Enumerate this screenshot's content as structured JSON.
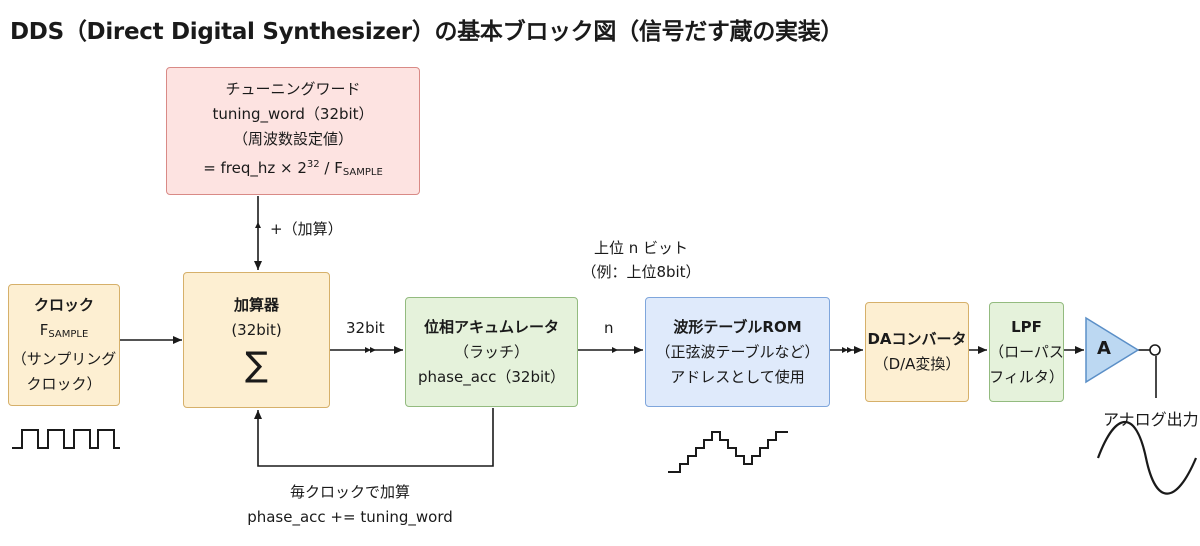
{
  "title": "DDS（Direct Digital Synthesizer）の基本ブロック図（信号だす蔵の実装）",
  "tuning_word_box": {
    "line1": "チューニングワード",
    "line2": "tuning_word（32bit）",
    "line3": "（周波数設定値）",
    "formula_prefix": "= freq_hz × 2",
    "formula_exp": "32",
    "formula_mid": " / F",
    "formula_sub": "SAMPLE"
  },
  "add_label": "+（加算）",
  "clock_box": {
    "line1": "クロック",
    "f_main": "F",
    "f_sub": "SAMPLE",
    "line3": "（サンプリング",
    "line4": "クロック）"
  },
  "adder_box": {
    "line1": "加算器",
    "line2": "(32bit)",
    "symbol": "∑"
  },
  "bus_32bit": "32bit",
  "phase_acc_box": {
    "line1": "位相アキュムレータ",
    "line2": "（ラッチ）",
    "line3": "phase_acc（32bit）"
  },
  "upper_bits": {
    "line1": "上位 n ビット",
    "line2": "（例：上位8bit）"
  },
  "bus_n": "n",
  "rom_box": {
    "line1": "波形テーブルROM",
    "line2": "（正弦波テーブルなど）",
    "line3": "アドレスとして使用"
  },
  "dac_box": {
    "line1": "DAコンバータ",
    "line2": "（D/A変換）"
  },
  "lpf_box": {
    "line1": "LPF",
    "line2": "（ローパス",
    "line3": "フィルタ）"
  },
  "amp_label": "A",
  "analog_out": "アナログ出力",
  "feedback": {
    "line1": "毎クロックで加算",
    "line2": "phase_acc += tuning_word"
  },
  "icons": [
    "clock-square-wave-icon",
    "staircase-waveform-icon",
    "amplifier-triangle-icon",
    "sine-wave-icon"
  ],
  "colors": {
    "pink_fill": "#fde3e1",
    "orange_fill": "#fdefd2",
    "green_fill": "#e5f2db",
    "blue_fill": "#dfeafb",
    "amp_fill": "#bcd8f2"
  }
}
